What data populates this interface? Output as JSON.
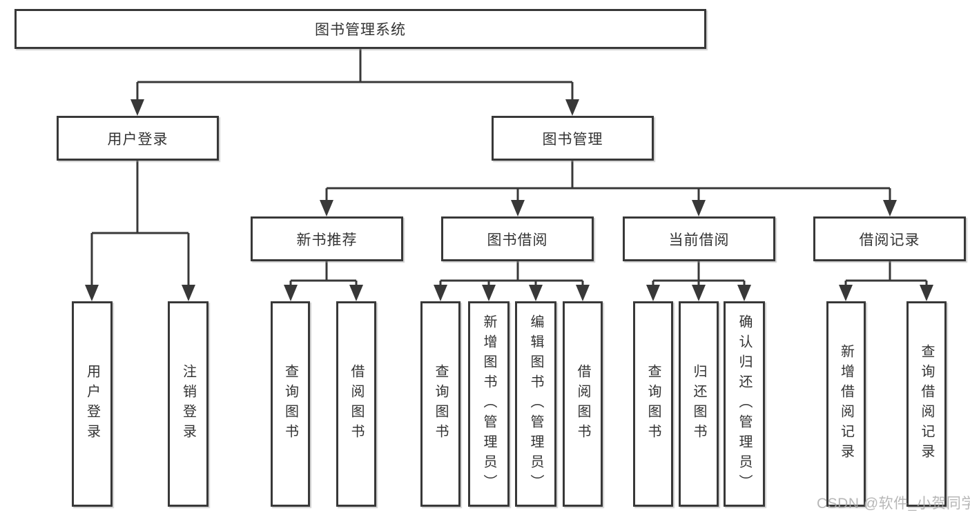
{
  "tree": {
    "label": "图书管理系统",
    "children": [
      {
        "label": "用户登录",
        "children": [
          {
            "label": "用户登录"
          },
          {
            "label": "注销登录"
          }
        ]
      },
      {
        "label": "图书管理",
        "children": [
          {
            "label": "新书推荐",
            "children": [
              {
                "label": "查询图书"
              },
              {
                "label": "借阅图书"
              }
            ]
          },
          {
            "label": "图书借阅",
            "children": [
              {
                "label": "查询图书"
              },
              {
                "label": "新增图书（管理员）"
              },
              {
                "label": "编辑图书（管理员）"
              },
              {
                "label": "借阅图书"
              }
            ]
          },
          {
            "label": "当前借阅",
            "children": [
              {
                "label": "查询图书"
              },
              {
                "label": "归还图书"
              },
              {
                "label": "确认归还（管理员）"
              }
            ]
          },
          {
            "label": "借阅记录",
            "children": [
              {
                "label": "新增借阅记录"
              },
              {
                "label": "查询借阅记录"
              }
            ]
          }
        ]
      }
    ]
  },
  "watermark": {
    "text": "CSDN @软件_小贺同学"
  },
  "colors": {
    "line": "#383838",
    "text": "#333333",
    "box_background": "#ffffff",
    "watermark": "#aaaaaa"
  }
}
